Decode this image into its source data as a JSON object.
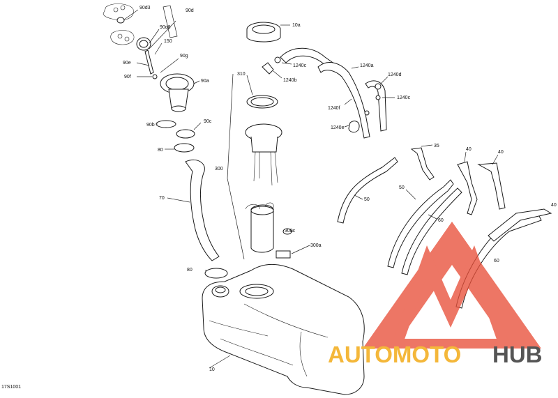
{
  "diagram_code": "17S1001",
  "labels": {
    "p90d3": "90d3",
    "p90d": "90d",
    "p90d8": "90d8",
    "p150": "150",
    "p90e": "90e",
    "p90g": "90g",
    "p90f": "90f",
    "p90a": "90a",
    "p90b": "90b",
    "p90c": "90c",
    "p80a": "80",
    "p70": "70",
    "p10a": "10a",
    "p1240c_a": "1240c",
    "p310": "310",
    "p1240b": "1240b",
    "p1240a": "1240a",
    "p1240d": "1240d",
    "p1240c_b": "1240c",
    "p1240f": "1240f",
    "p1240e": "1240e",
    "p300": "300",
    "p300c": "300c",
    "p300a": "300a",
    "p80b": "80",
    "p10": "10",
    "p35": "35",
    "p40a": "40",
    "p40b": "40",
    "p40c": "40",
    "p50a": "50",
    "p50b": "50",
    "p60": "60",
    "p60b": "60"
  },
  "watermark": {
    "brand_left": "AUTOMOTO",
    "brand_right": "HUB",
    "color_left": "#f4b73a",
    "color_right": "#555555",
    "logo_color": "#e8503a"
  }
}
